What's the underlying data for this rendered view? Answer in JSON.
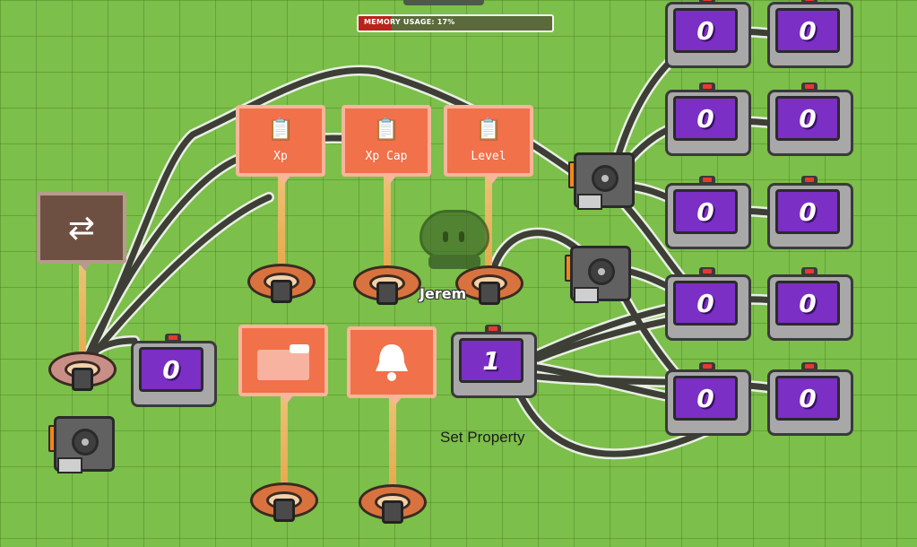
{
  "hud": {
    "memory_label": "MEMORY USAGE: 17%",
    "memory_percent": 17,
    "bar_color": "#b8231b"
  },
  "player": {
    "name": "Jerem"
  },
  "caption": {
    "text": "Set Property"
  },
  "signs": {
    "xp": {
      "label": "Xp",
      "icon": "clipboard-icon"
    },
    "xp_cap": {
      "label": "Xp Cap",
      "icon": "clipboard-icon"
    },
    "level": {
      "label": "Level",
      "icon": "clipboard-icon"
    },
    "folder": {
      "icon": "folder-icon"
    },
    "bell": {
      "icon": "bell-icon"
    },
    "repeater": {
      "icon": "repeat-icon"
    }
  },
  "counters": {
    "left": "0",
    "center": "1",
    "grid": [
      "0",
      "0",
      "0",
      "0",
      "0",
      "0",
      "0",
      "0",
      "0",
      "0"
    ]
  },
  "colors": {
    "grass": "#7cbf4a",
    "sign": "#f0714a",
    "counter_screen": "#7b2fc4",
    "wire": "#3d3f37"
  }
}
